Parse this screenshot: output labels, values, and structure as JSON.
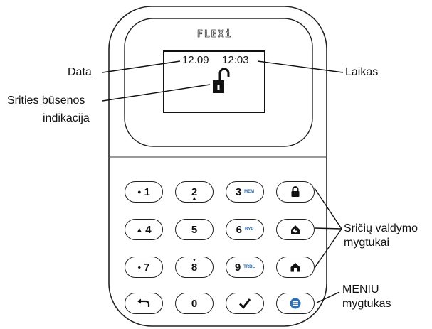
{
  "device": {
    "brand": "FLEXi",
    "screen": {
      "date": "12.09",
      "time": "12:03",
      "area_status_icon": "open-padlock-icon"
    }
  },
  "callouts": {
    "date": "Data",
    "time": "Laikas",
    "area_status_line1": "Srities būsenos",
    "area_status_line2": "indikacija",
    "area_control_line1": "Sričių valdymo",
    "area_control_line2": "mygtukai",
    "menu_line1": "MENIU",
    "menu_line2": "mygtukas"
  },
  "keypad": {
    "keys": [
      {
        "label": "1",
        "symbol": "●",
        "sub": ""
      },
      {
        "label": "2",
        "symbol": "",
        "sub": "",
        "arrow": "▲"
      },
      {
        "label": "3",
        "symbol": "",
        "sub": "MEM"
      },
      {
        "label": "4",
        "symbol": "▲",
        "sub": ""
      },
      {
        "label": "5",
        "symbol": "",
        "sub": ""
      },
      {
        "label": "6",
        "symbol": "",
        "sub": "BYP"
      },
      {
        "label": "7",
        "symbol": "♦",
        "sub": ""
      },
      {
        "label": "8",
        "symbol": "",
        "sub": "",
        "arrow": "▼"
      },
      {
        "label": "9",
        "symbol": "",
        "sub": "TRBL"
      },
      {
        "label": "0",
        "symbol": "",
        "sub": ""
      }
    ],
    "icons": {
      "back": "back-arrow-icon",
      "ok": "checkmark-icon",
      "arm": "padlock-icon",
      "stay": "stay-arm-icon",
      "home": "home-icon",
      "menu": "menu-icon"
    }
  },
  "colors": {
    "accent": "#2f6fb5",
    "outline": "#222222"
  }
}
